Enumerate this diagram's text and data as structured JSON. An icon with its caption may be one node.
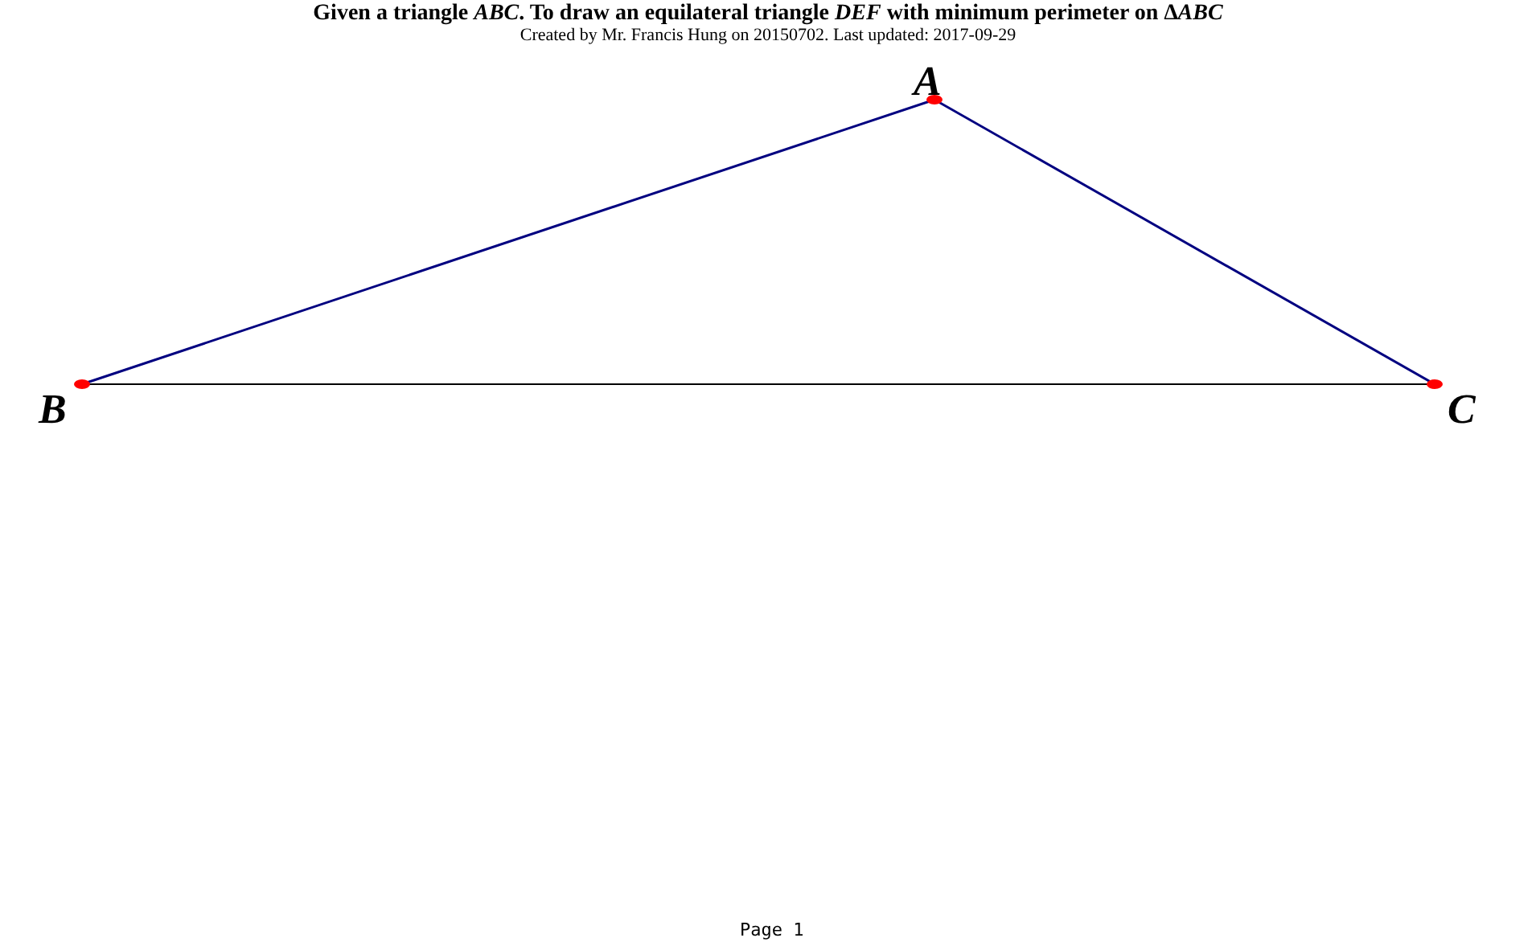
{
  "diagram": {
    "title": "Given a triangle *ABC*. To draw an equilateral triangle *DEF* with minimum perimeter on ∆*ABC*",
    "caption": "Created by Mr. Francis Hung on 20150702. Last updated: 2017-09-29",
    "nodes": [
      {
        "text": [
          "A"
        ]
      },
      {
        "text": [
          "B"
        ]
      },
      {
        "text": [
          "C"
        ]
      }
    ],
    "edges": [
      {
        "from": 0,
        "to": 1,
        "arrow": "none"
      },
      {
        "from": 0,
        "to": 2,
        "arrow": "none"
      },
      {
        "from": 1,
        "to": 2,
        "arrow": "none",
        "color": "#000000"
      }
    ],
    "labels": [
      "Page 1"
    ]
  }
}
